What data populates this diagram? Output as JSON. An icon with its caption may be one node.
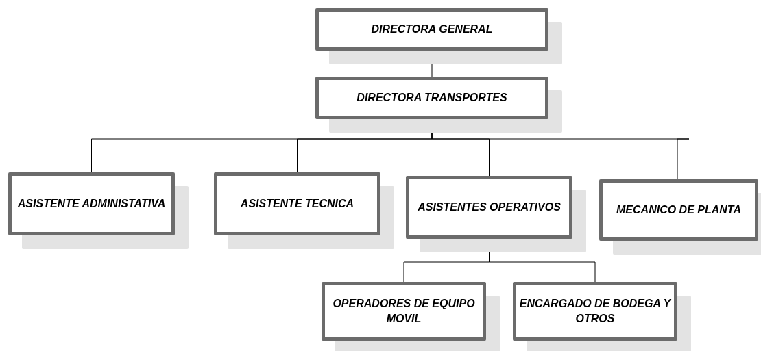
{
  "diagram": {
    "nodes": [
      {
        "text": [
          "DIRECTORA GENERAL"
        ]
      },
      {
        "text": [
          "DIRECTORA TRANSPORTES"
        ]
      },
      {
        "text": [
          "ASISTENTE ADMINISTATIVA"
        ]
      },
      {
        "text": [
          "ASISTENTE TECNICA"
        ]
      },
      {
        "text": [
          "ASISTENTES OPERATIVOS"
        ]
      },
      {
        "text": [
          "MECANICO DE PLANTA"
        ]
      },
      {
        "text": [
          "OPERADORES DE EQUIPO MOVIL"
        ]
      },
      {
        "text": [
          "ENCARGADO DE BODEGA Y OTROS"
        ]
      }
    ],
    "edges": [
      {
        "from": 0,
        "to": 1,
        "arrow": "none"
      },
      {
        "from": 1,
        "to": 2,
        "arrow": "none"
      },
      {
        "from": 1,
        "to": 3,
        "arrow": "none"
      },
      {
        "from": 1,
        "to": 4,
        "arrow": "none"
      },
      {
        "from": 1,
        "to": 5,
        "arrow": "none"
      },
      {
        "from": 4,
        "to": 6,
        "arrow": "none"
      },
      {
        "from": 4,
        "to": 7,
        "arrow": "none"
      }
    ]
  }
}
